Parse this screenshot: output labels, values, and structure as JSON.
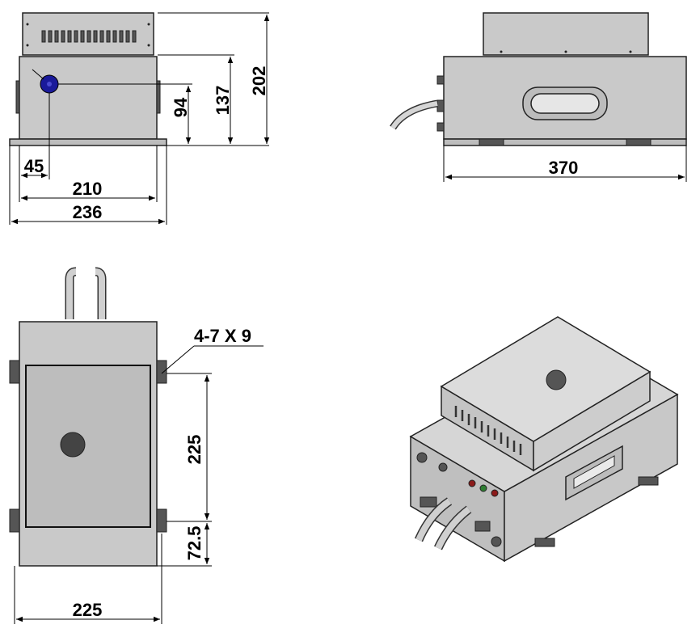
{
  "dimensions": {
    "front_view": {
      "width_inner": "210",
      "width_outer": "236",
      "port_offset": "45",
      "height_port": "94",
      "height_body": "137",
      "height_total": "202"
    },
    "side_view": {
      "length": "370"
    },
    "bottom_view": {
      "mount_holes": "4-7 X 9",
      "hole_spacing_long": "225",
      "hole_offset": "72.5",
      "hole_spacing_width": "225"
    }
  },
  "colors": {
    "body": "#c9c9c9",
    "port": "#1a1a9a",
    "line": "#000000"
  }
}
